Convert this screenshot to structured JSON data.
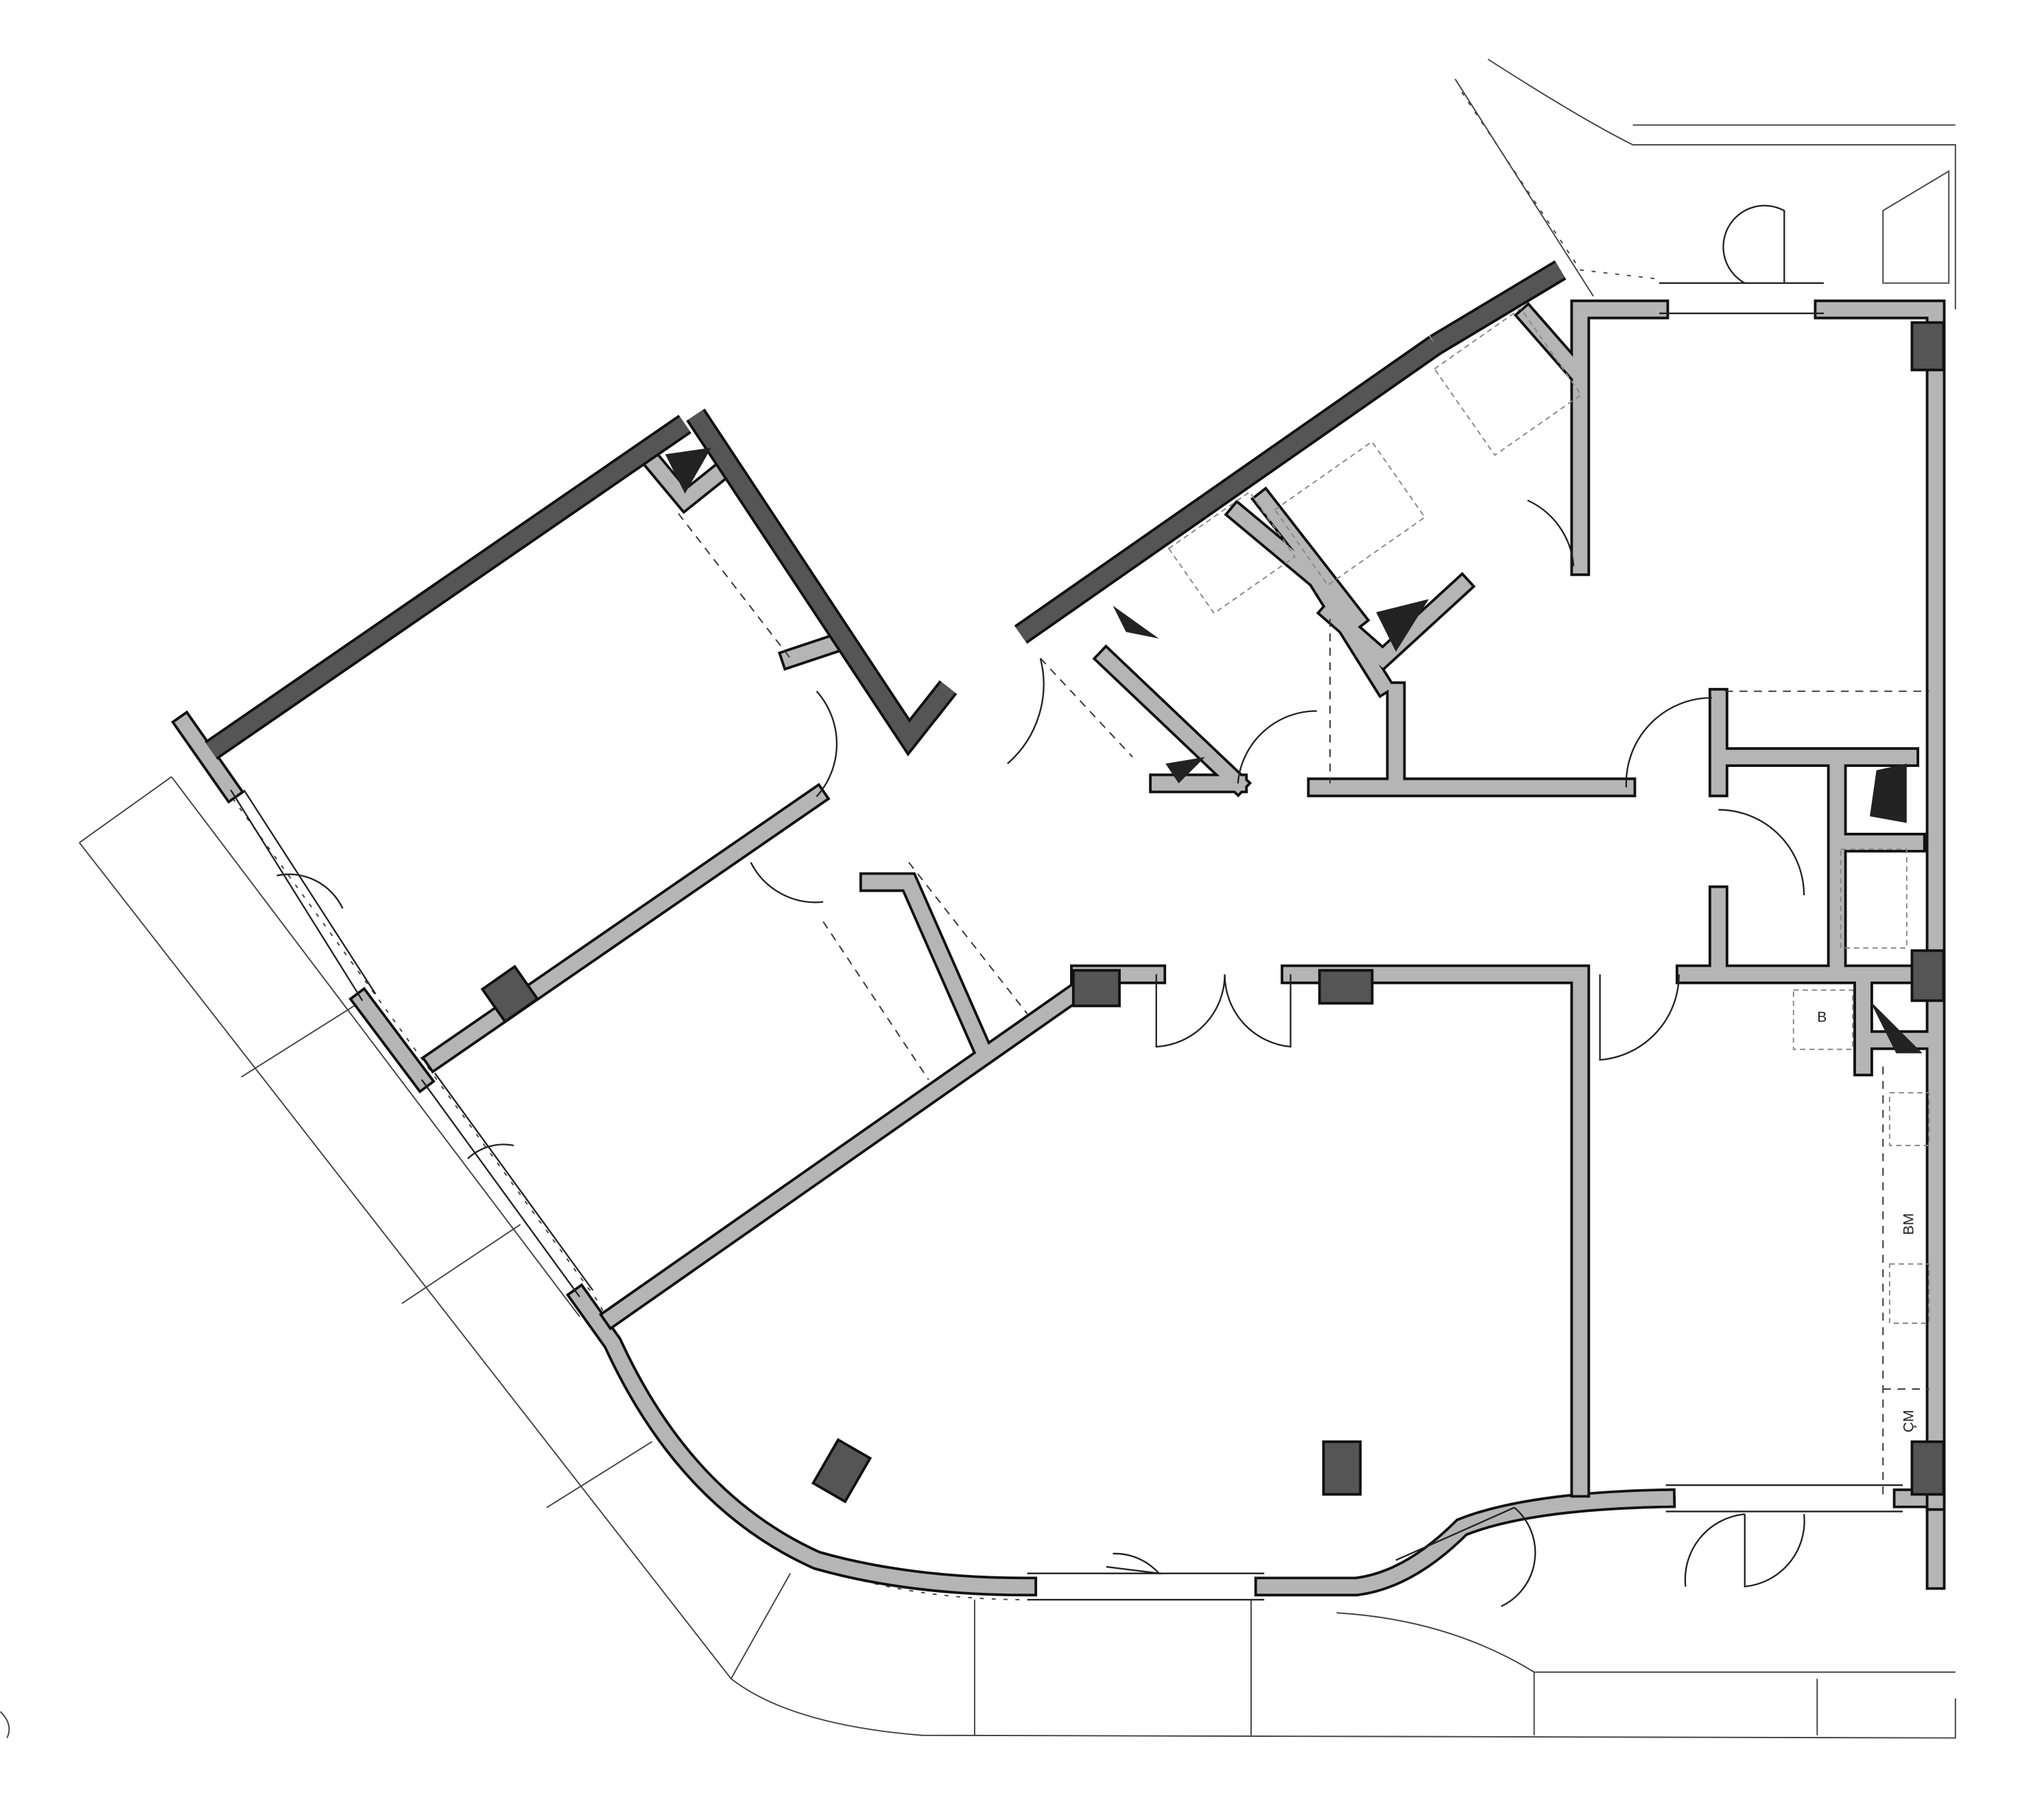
{
  "drawing": {
    "type": "architectural floor plan",
    "labels": {
      "storage": "B",
      "dishwasher": "BM",
      "washing_machine": "ÇM"
    },
    "colors": {
      "wall_fill": "#b5b5b5",
      "structural": "#555555",
      "line": "#111111"
    }
  }
}
